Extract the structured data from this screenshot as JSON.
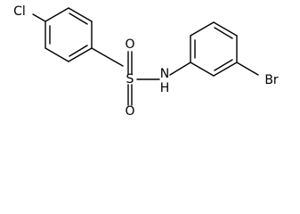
{
  "molecule": {
    "atoms": {
      "chlorine": "Cl",
      "sulfur": "S",
      "oxygen_top": "O",
      "oxygen_bottom": "O",
      "nitrogen_hydrogen": "N\nH",
      "bromine": "Br"
    },
    "colors": {
      "bond": "#000000",
      "label": "#000000",
      "background": "#ffffff"
    }
  }
}
